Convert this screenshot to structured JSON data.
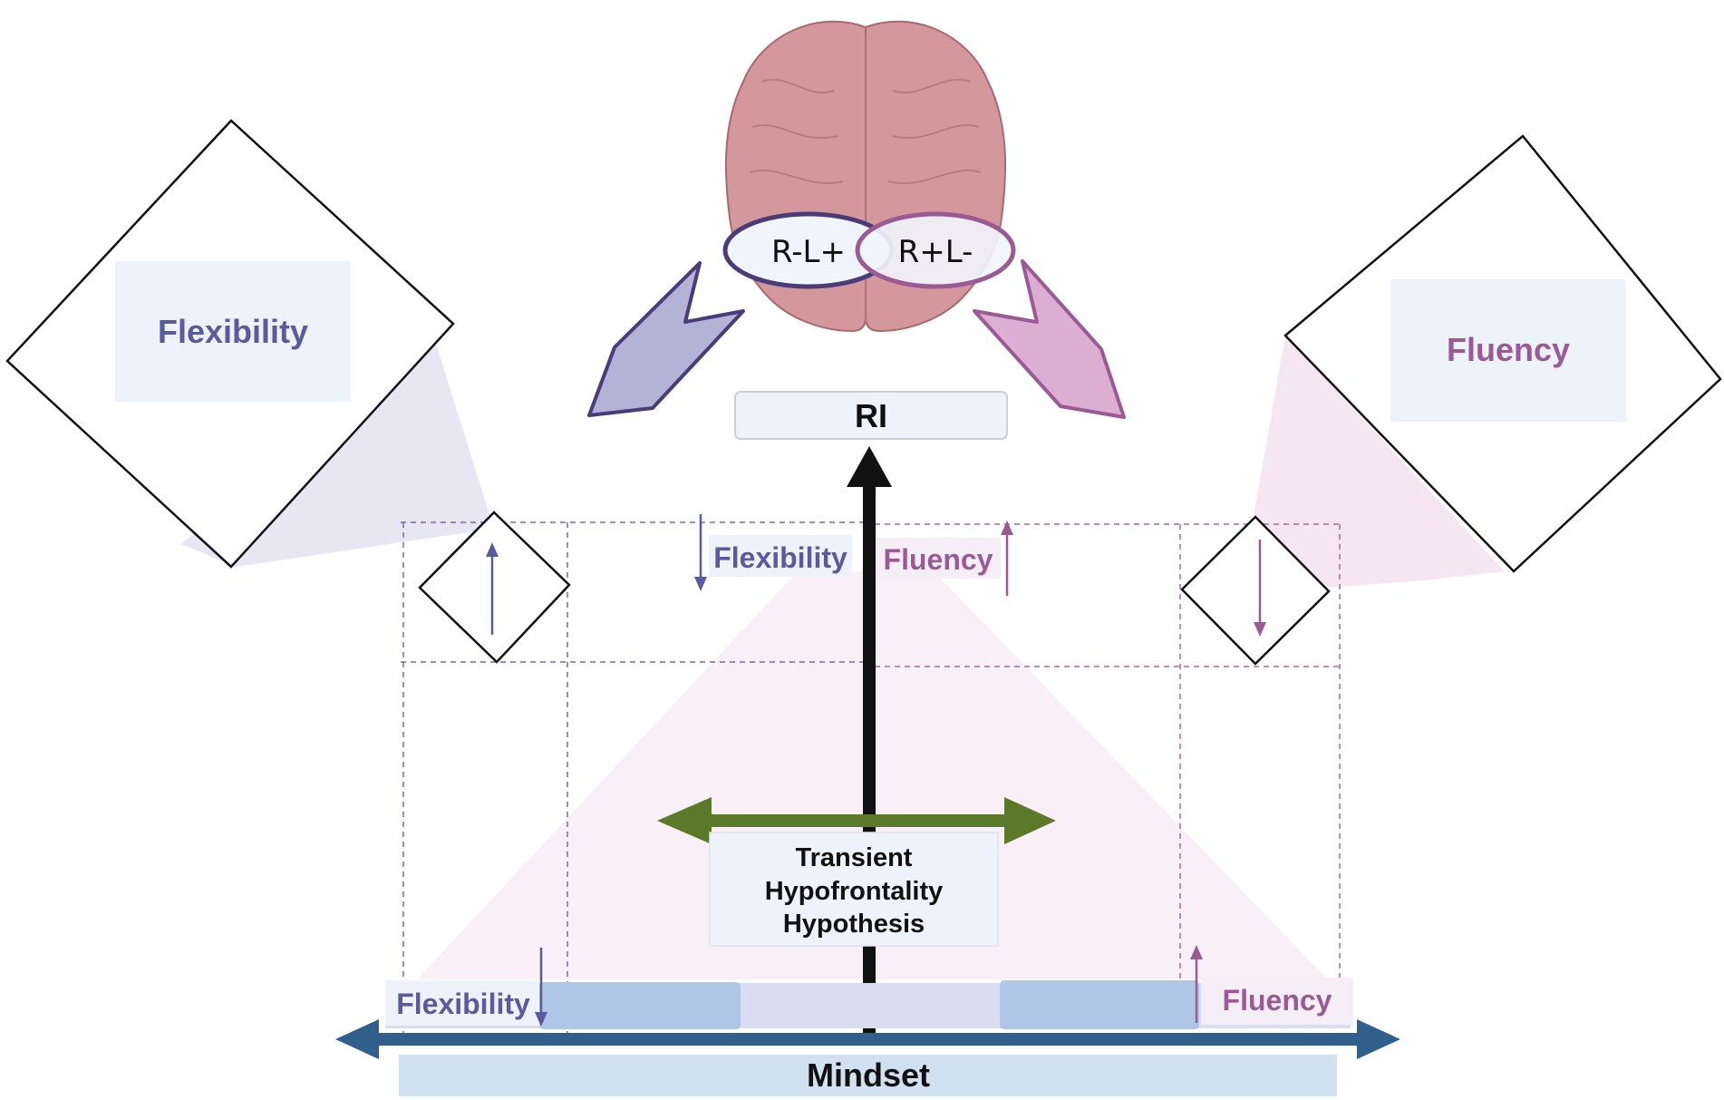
{
  "brain": {
    "left_oval": "R-L+",
    "right_oval": "R+L-"
  },
  "ri": {
    "label": "RI"
  },
  "left_box": {
    "label": "Flexibility"
  },
  "right_box": {
    "label": "Fluency"
  },
  "upper_labels": {
    "flexibility": "Flexibility",
    "fluency": "Fluency"
  },
  "center_box": {
    "line1": "Transient",
    "line2": "Hypofrontality",
    "line3": "Hypothesis"
  },
  "bottom_labels": {
    "flexibility": "Flexibility",
    "fluency": "Fluency"
  },
  "mindset": {
    "label": "Mindset"
  },
  "colors": {
    "flexibility": "#5a5a9c",
    "fluency": "#9a5a96",
    "green_arrow": "#5a7a2a",
    "mindset_arrow": "#2f5f8a",
    "label_bg": "#eef2fa",
    "brain": "#d4979b"
  }
}
